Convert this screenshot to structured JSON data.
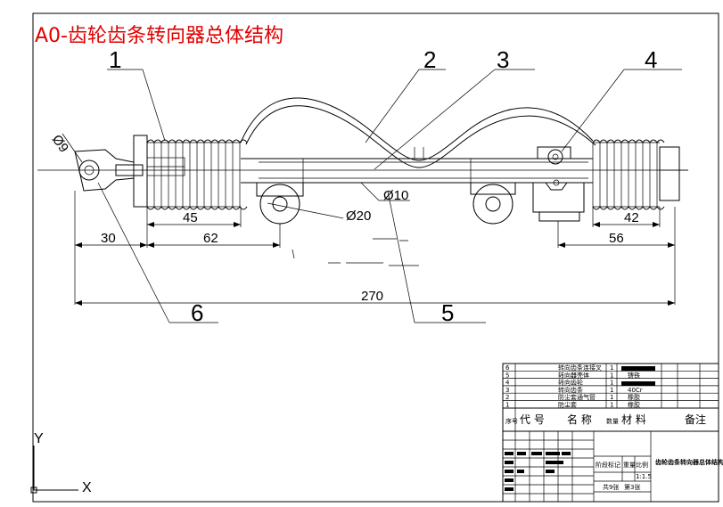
{
  "title": "A0-齿轮齿条转向器总体结构",
  "part_labels": [
    "1",
    "2",
    "3",
    "4",
    "5",
    "6"
  ],
  "dimensions": {
    "d9": "Ø9",
    "d10": "Ø10",
    "d20": "Ø20",
    "d45": "45",
    "d42": "42",
    "d30": "30",
    "d62": "62",
    "d56": "56",
    "d270": "270"
  },
  "bom": {
    "rows": [
      {
        "no": "6",
        "name": "转向齿条连接叉",
        "qty": "1",
        "material": ""
      },
      {
        "no": "5",
        "name": "转向器壳体",
        "qty": "1",
        "material": "铸铁"
      },
      {
        "no": "4",
        "name": "转向齿轮",
        "qty": "1",
        "material": ""
      },
      {
        "no": "3",
        "name": "转向齿条",
        "qty": "1",
        "material": "40Cr"
      },
      {
        "no": "2",
        "name": "防尘套通气管",
        "qty": "1",
        "material": "橡胶"
      },
      {
        "no": "1",
        "name": "防尘套",
        "qty": "1",
        "material": "橡胶"
      }
    ],
    "header": {
      "seq": "序号",
      "code": "代 号",
      "name": "名 称",
      "qty": "数量",
      "material": "材 料",
      "note": "备注"
    }
  },
  "title_block": {
    "drawing_name": "齿轮齿条转向器总体结构",
    "stage_label": "阶段标记",
    "weight_label": "重量",
    "scale_label": "比例",
    "scale_value": "1:1.5",
    "sheets_total": "共9张",
    "sheet_no": "第3张"
  },
  "ucs": {
    "x": "X",
    "y": "Y"
  }
}
